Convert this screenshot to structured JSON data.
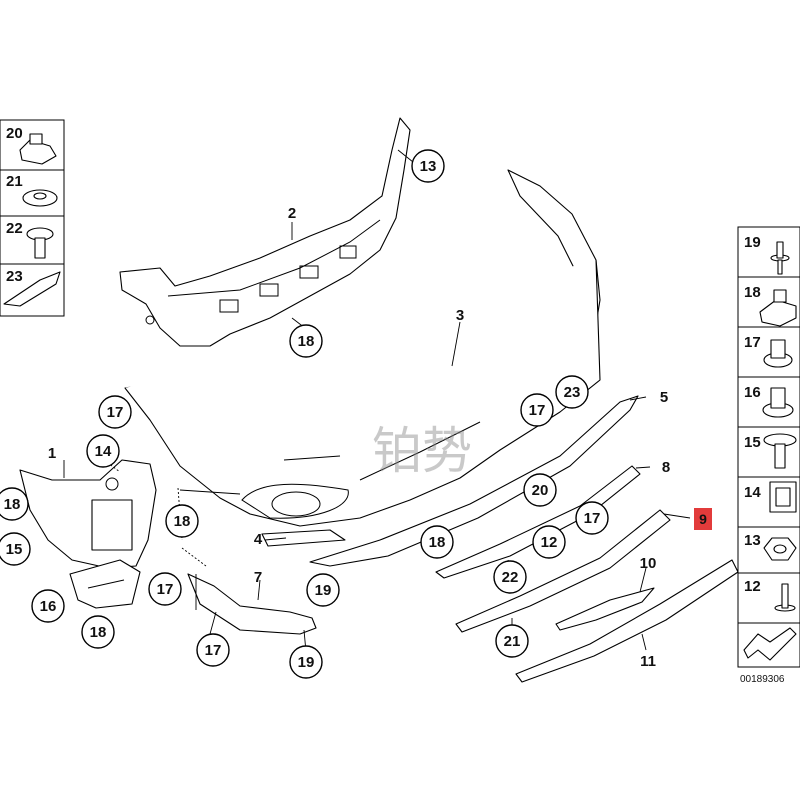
{
  "watermark": "铂势",
  "reference_code": "00189306",
  "callouts": {
    "c2": "2",
    "c3": "3",
    "c13": "13",
    "c18a": "18",
    "c23": "23",
    "c17a": "17",
    "c17b": "17",
    "c14": "14",
    "c18b": "18",
    "c15": "15",
    "c18c": "18",
    "c16": "16",
    "c18d": "18",
    "c17c": "17",
    "c17d": "17",
    "c19a": "19",
    "c19b": "19",
    "c18e": "18",
    "c20": "20",
    "c12": "12",
    "c17e": "17",
    "c22": "22",
    "c21": "21"
  },
  "plain_labels": {
    "p1": "1",
    "p4": "4",
    "p5": "5",
    "p7": "7",
    "p8": "8",
    "p10": "10",
    "p11": "11"
  },
  "highlighted_label": "9",
  "highlight_color": "#e23b3b",
  "left_legend": [
    "20",
    "21",
    "22",
    "23"
  ],
  "right_legend": [
    "19",
    "18",
    "17",
    "16",
    "15",
    "14",
    "13",
    "12"
  ]
}
